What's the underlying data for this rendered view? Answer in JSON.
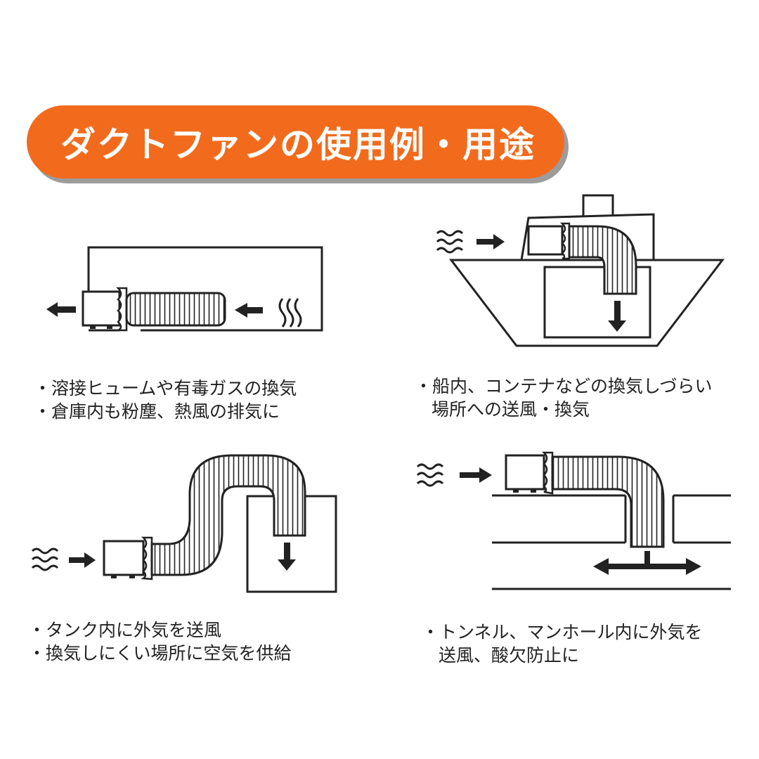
{
  "title": "ダクトファンの使用例・用途",
  "colors": {
    "accent": "#f26b1d",
    "shadow": "#9c9c9c",
    "ink": "#222222"
  },
  "examples": [
    {
      "lines": [
        "・溶接ヒュームや有毒ガスの換気",
        "・倉庫内も粉塵、熱風の排気に"
      ]
    },
    {
      "lines": [
        "・船内、コンテナなどの換気しづらい",
        "場所への送風・換気"
      ]
    },
    {
      "lines": [
        "・タンク内に外気を送風",
        "・換気しにくい場所に空気を供給"
      ]
    },
    {
      "lines": [
        "・トンネル、マンホール内に外気を",
        "送風、酸欠防止に"
      ]
    }
  ]
}
